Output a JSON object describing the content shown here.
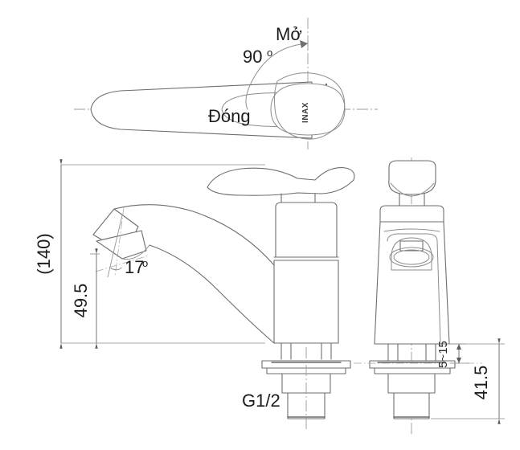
{
  "drawing": {
    "title": "Faucet technical drawing",
    "brand_logo": "INAX",
    "views": {
      "top": "top-view-handle-rotation",
      "side": "side-view-elevation",
      "front": "front-view-elevation"
    },
    "annotations": {
      "open_label": "Mở",
      "closed_label": "Đóng",
      "rotation_angle": "90",
      "degree_symbol": "o",
      "spout_angle": "17",
      "height_overall": "(140)",
      "spout_height": "49.5",
      "thread_spec": "G1/2",
      "mount_thickness": "5~15",
      "shank_length": "41.5"
    },
    "colors": {
      "background": "#ffffff",
      "line": "#6e6e6e",
      "line_soft": "#8d8d8d",
      "dimension": "#5a5a5a",
      "center": "#9a9a9a",
      "text": "#1c1c1c"
    }
  }
}
